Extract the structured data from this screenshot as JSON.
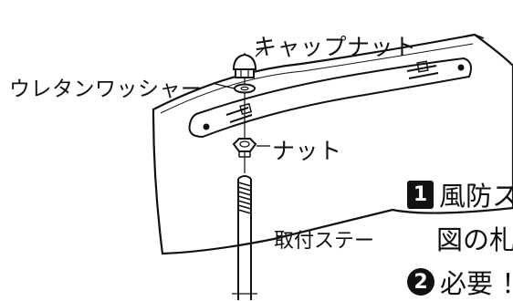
{
  "labels": {
    "cap_nut": "キャップナット",
    "urethane_washer": "ウレタンワッシャー",
    "nut": "ナット",
    "mounting_stay": "取付ステー"
  },
  "steps": [
    {
      "number": "1",
      "text": "風防ス"
    },
    {
      "number": "",
      "text": "図の札"
    },
    {
      "number": "2",
      "text": "必要 ！"
    }
  ],
  "colors": {
    "line": "#111111",
    "background": "#ffffff"
  }
}
